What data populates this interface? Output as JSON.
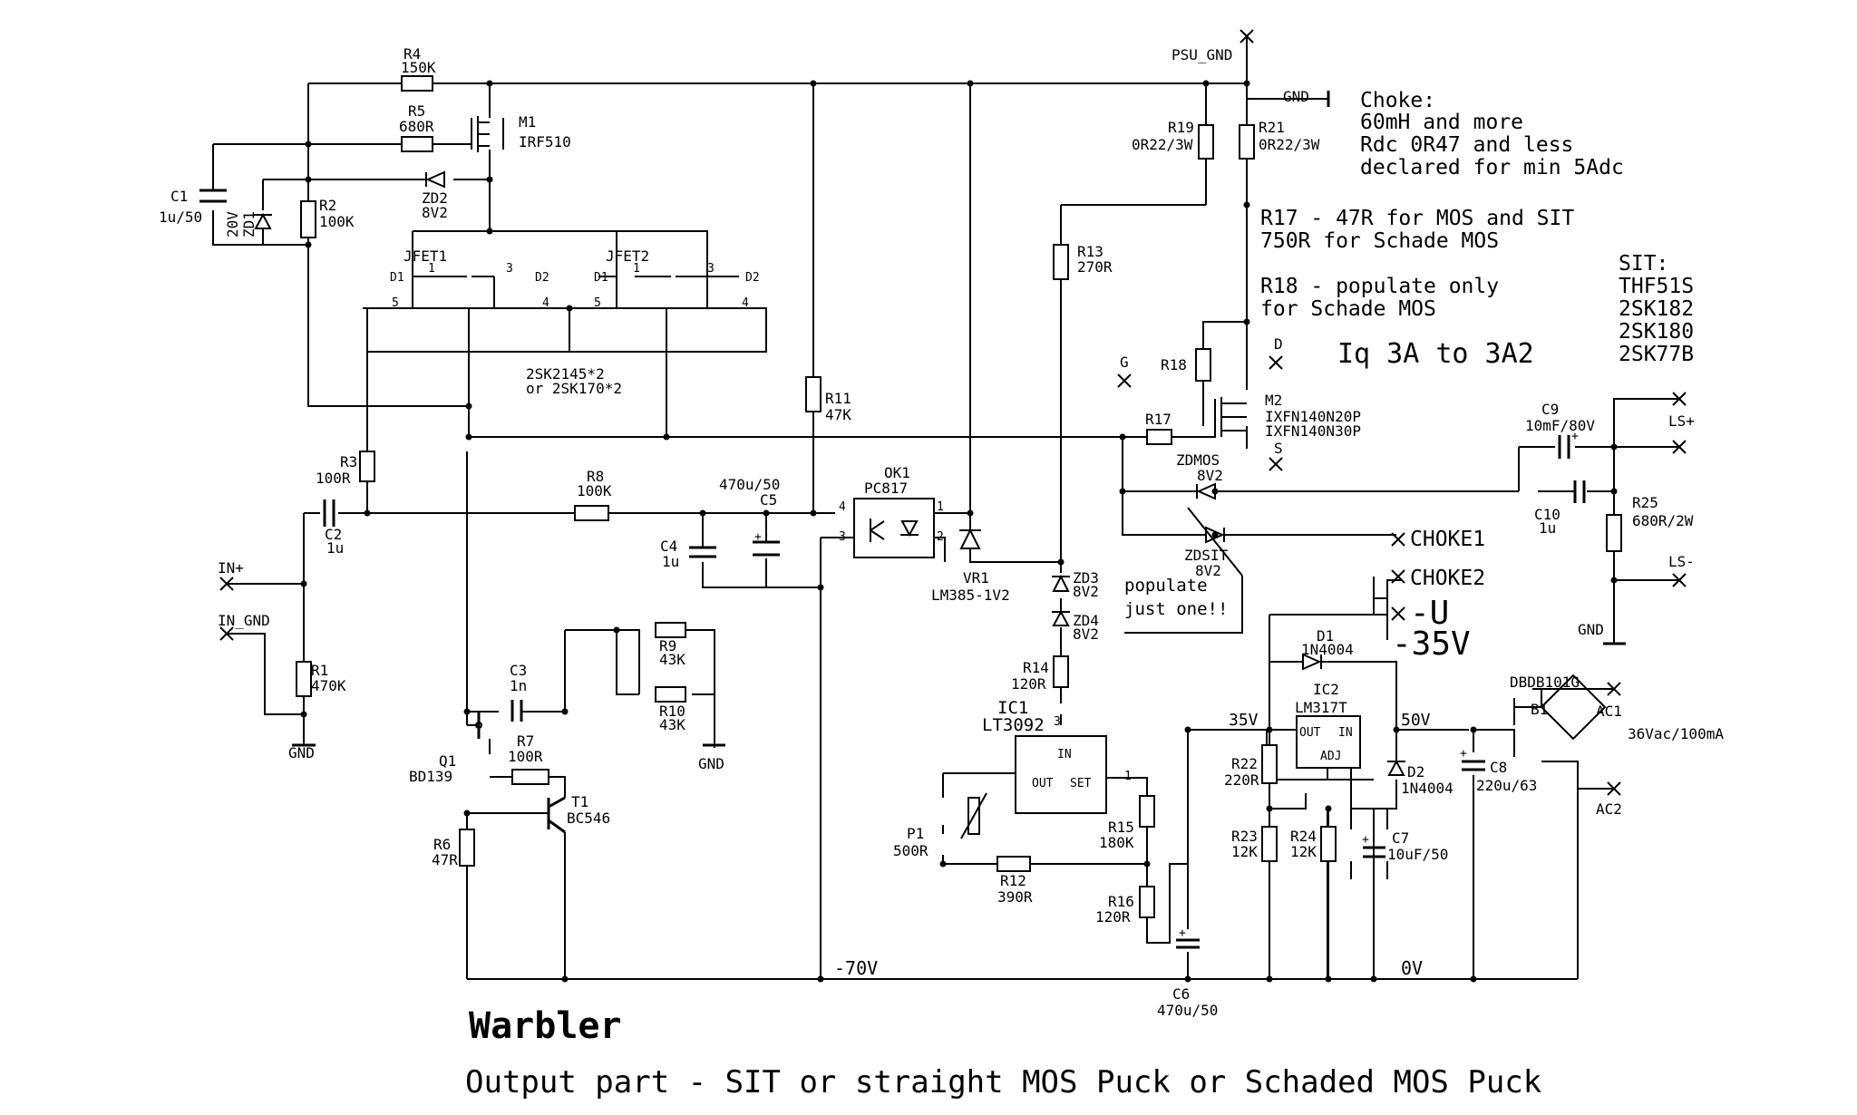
{
  "title": "Warbler",
  "subtitle": "Output part - SIT or straight MOS Puck or Schaded MOS Puck",
  "notes": {
    "choke": [
      "Choke:",
      "60mH and more",
      "Rdc 0R47 and less",
      "declared for min 5Adc"
    ],
    "r17": [
      "R17 - 47R for MOS and SIT",
      "750R for Schade MOS"
    ],
    "r18": [
      "R18 - populate only",
      "for Schade MOS"
    ],
    "iq": "Iq 3A to 3A2",
    "sit": [
      "SIT:",
      "THF51S",
      "2SK182",
      "2SK180",
      "2SK77B"
    ],
    "populate": [
      "populate",
      "just one!!"
    ]
  },
  "rails": {
    "neg70": "-70V",
    "zero": "0V",
    "v35": "35V",
    "v50": "50V",
    "minus_u": "-U",
    "minus_35": "-35V"
  },
  "ports": {
    "psu_gnd": "PSU_GND",
    "gnd": "GND",
    "in_plus": "IN+",
    "in_gnd": "IN_GND",
    "choke1": "CHOKE1",
    "choke2": "CHOKE2",
    "ls_plus": "LS+",
    "ls_minus": "LS-",
    "ac1": "AC1",
    "ac2": "AC2",
    "ac_supply": "36Vac/100mA",
    "g": "G",
    "d": "D",
    "s": "S"
  },
  "components": {
    "r4": [
      "R4",
      "150K"
    ],
    "r5": [
      "R5",
      "680R"
    ],
    "m1": [
      "M1",
      "IRF510"
    ],
    "c1": [
      "C1",
      "1u/50"
    ],
    "zd1": [
      "ZD1",
      "20V"
    ],
    "r2": [
      "R2",
      "100K"
    ],
    "zd2": [
      "ZD2",
      "8V2"
    ],
    "jfet1": "JFET1",
    "jfet2": "JFET2",
    "jfet_type": [
      "2SK2145*2",
      "or 2SK170*2"
    ],
    "r3": [
      "R3",
      "100R"
    ],
    "c2": [
      "C2",
      "1u"
    ],
    "r1": [
      "R1",
      "470K"
    ],
    "r8": [
      "R8",
      "100K"
    ],
    "c4": [
      "C4",
      "1u"
    ],
    "c5": [
      "C5",
      "470u/50"
    ],
    "r11": [
      "R11",
      "47K"
    ],
    "ok1": [
      "OK1",
      "PC817"
    ],
    "vr1": [
      "VR1",
      "LM385-1V2"
    ],
    "r13": [
      "R13",
      "270R"
    ],
    "zd3": [
      "ZD3",
      "8V2"
    ],
    "zd4": [
      "ZD4",
      "8V2"
    ],
    "r14": [
      "R14",
      "120R"
    ],
    "ic1": [
      "IC1",
      "LT3092"
    ],
    "ic1_pins": [
      "IN",
      "OUT",
      "SET"
    ],
    "r15": [
      "R15",
      "180K"
    ],
    "r16": [
      "R16",
      "120R"
    ],
    "r12": [
      "R12",
      "390R"
    ],
    "p1": [
      "P1",
      "500R"
    ],
    "c3": [
      "C3",
      "1n"
    ],
    "r9": [
      "R9",
      "43K"
    ],
    "r10": [
      "R10",
      "43K"
    ],
    "q1": [
      "Q1",
      "BD139"
    ],
    "r7": [
      "R7",
      "100R"
    ],
    "t1": [
      "T1",
      "BC546"
    ],
    "r6": [
      "R6",
      "47R"
    ],
    "r19": [
      "R19",
      "0R22/3W"
    ],
    "r21": [
      "R21",
      "0R22/3W"
    ],
    "r18": "R18",
    "m2": [
      "M2",
      "IXFN140N20P",
      "IXFN140N30P"
    ],
    "r17": "R17",
    "zdmos": [
      "ZDMOS",
      "8V2"
    ],
    "zdsit": [
      "ZDSIT",
      "8V2"
    ],
    "c9": [
      "C9",
      "10mF/80V"
    ],
    "c10": [
      "C10",
      "1u"
    ],
    "r25": [
      "R25",
      "680R/2W"
    ],
    "d1": [
      "D1",
      "1N4004"
    ],
    "d2": [
      "D2",
      "1N4004"
    ],
    "ic2": [
      "IC2",
      "LM317T"
    ],
    "ic2_pins": [
      "OUT",
      "IN",
      "ADJ"
    ],
    "r22": [
      "R22",
      "220R"
    ],
    "r23": [
      "R23",
      "12K"
    ],
    "r24": [
      "R24",
      "12K"
    ],
    "c7": [
      "C7",
      "10uF/50"
    ],
    "c8": [
      "C8",
      "220u/63"
    ],
    "c6": [
      "C6",
      "470u/50"
    ],
    "b1": [
      "B1",
      "DBDB101G"
    ]
  },
  "pin_numbers": {
    "one": "1",
    "two": "2",
    "three": "3",
    "four": "4",
    "five": "5"
  }
}
